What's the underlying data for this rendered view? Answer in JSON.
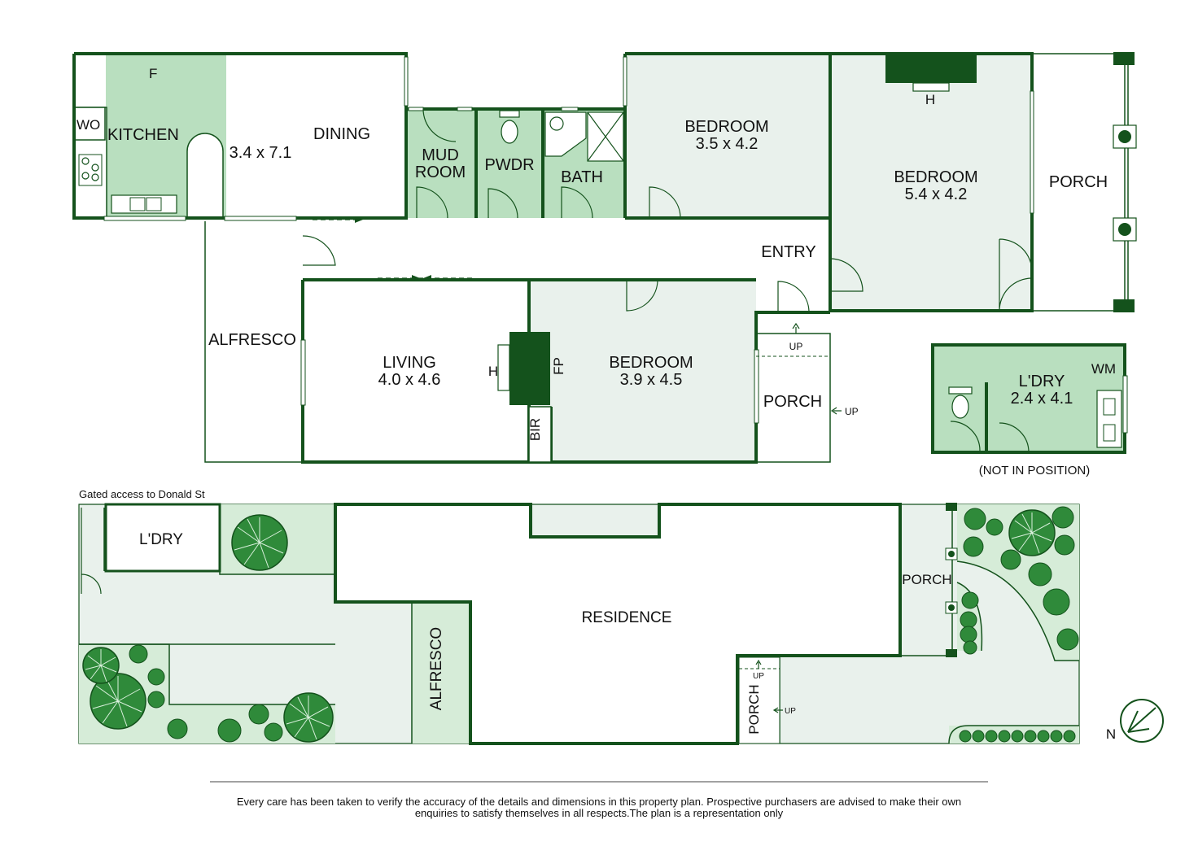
{
  "colors": {
    "wall": "#14521c",
    "wet_area_fill": "#b9dfbf",
    "room_fill": "#e9f1ec",
    "yard_fill": "#e9f1ec",
    "garden_fill": "#d6ecd8",
    "tree_fill": "#2f8a3a"
  },
  "rooms": {
    "kitchen": {
      "name": "KITCHEN",
      "fridge": "F",
      "wall_oven": "WO"
    },
    "dining": {
      "name": "DINING",
      "dims": "3.4 x 7.1"
    },
    "mud_room": {
      "line1": "MUD",
      "line2": "ROOM"
    },
    "powder": {
      "name": "PWDR"
    },
    "bath": {
      "name": "BATH"
    },
    "bedroom_2": {
      "name": "BEDROOM",
      "dims": "3.5 x 4.2"
    },
    "bedroom_1": {
      "name": "BEDROOM",
      "dims": "5.4 x 4.2",
      "heater": "H"
    },
    "porch_front": {
      "name": "PORCH"
    },
    "entry": {
      "name": "ENTRY"
    },
    "alfresco": {
      "name": "ALFRESCO"
    },
    "living": {
      "name": "LIVING",
      "dims": "4.0 x 4.6",
      "heater": "H",
      "fireplace": "FP"
    },
    "bir": {
      "name": "BIR"
    },
    "bedroom_3": {
      "name": "BEDROOM",
      "dims": "3.9 x 4.5"
    },
    "porch_side": {
      "name": "PORCH",
      "up1": "UP",
      "up2": "UP"
    },
    "laundry": {
      "name": "L'DRY",
      "dims": "2.4 x 4.1",
      "washer": "WM",
      "note": "(NOT IN POSITION)"
    }
  },
  "site": {
    "gated_access": "Gated access to Donald St",
    "laundry": "L'DRY",
    "residence": "RESIDENCE",
    "alfresco": "ALFRESCO",
    "porch_front": "PORCH",
    "porch_side": "PORCH",
    "up1": "UP",
    "up2": "UP",
    "north": "N"
  },
  "disclaimer": {
    "line1": "Every care has been taken to verify the accuracy of the details and dimensions in this property plan. Prospective purchasers are advised to make their own",
    "line2": "enquiries to satisfy themselves in all respects.The plan is a representation only"
  }
}
